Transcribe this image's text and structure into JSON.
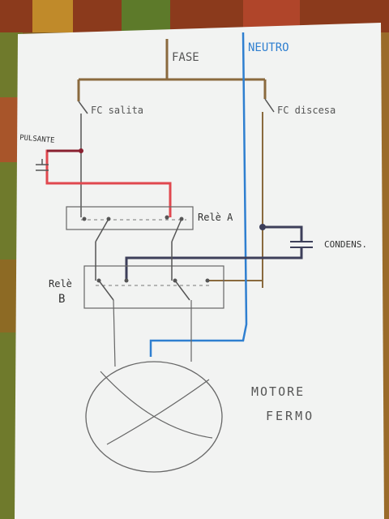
{
  "diagram": {
    "labels": {
      "fase": "FASE",
      "neutro": "NEUTRO",
      "fc_salita": "FC salita",
      "fc_discesa": "FC discesa",
      "pulsante": "PULSANTE",
      "rele_a": "Relè A",
      "rele_b_line1": "Relè",
      "rele_b_line2": "B",
      "condensatore": "CONDENS.",
      "motore_line1": "MOTORE",
      "motore_line2": "FERMO"
    },
    "colors": {
      "phase_wire": "#8a6a3e",
      "neutral_wire": "#2f7fd0",
      "pushbutton_wire": "#e0484f",
      "capacitor_wire": "#3d3f5a",
      "pencil": "#555555"
    },
    "icons": [
      "pushbutton-symbol-icon",
      "capacitor-symbol-icon",
      "motor-symbol-icon",
      "relay-contact-icon"
    ]
  }
}
